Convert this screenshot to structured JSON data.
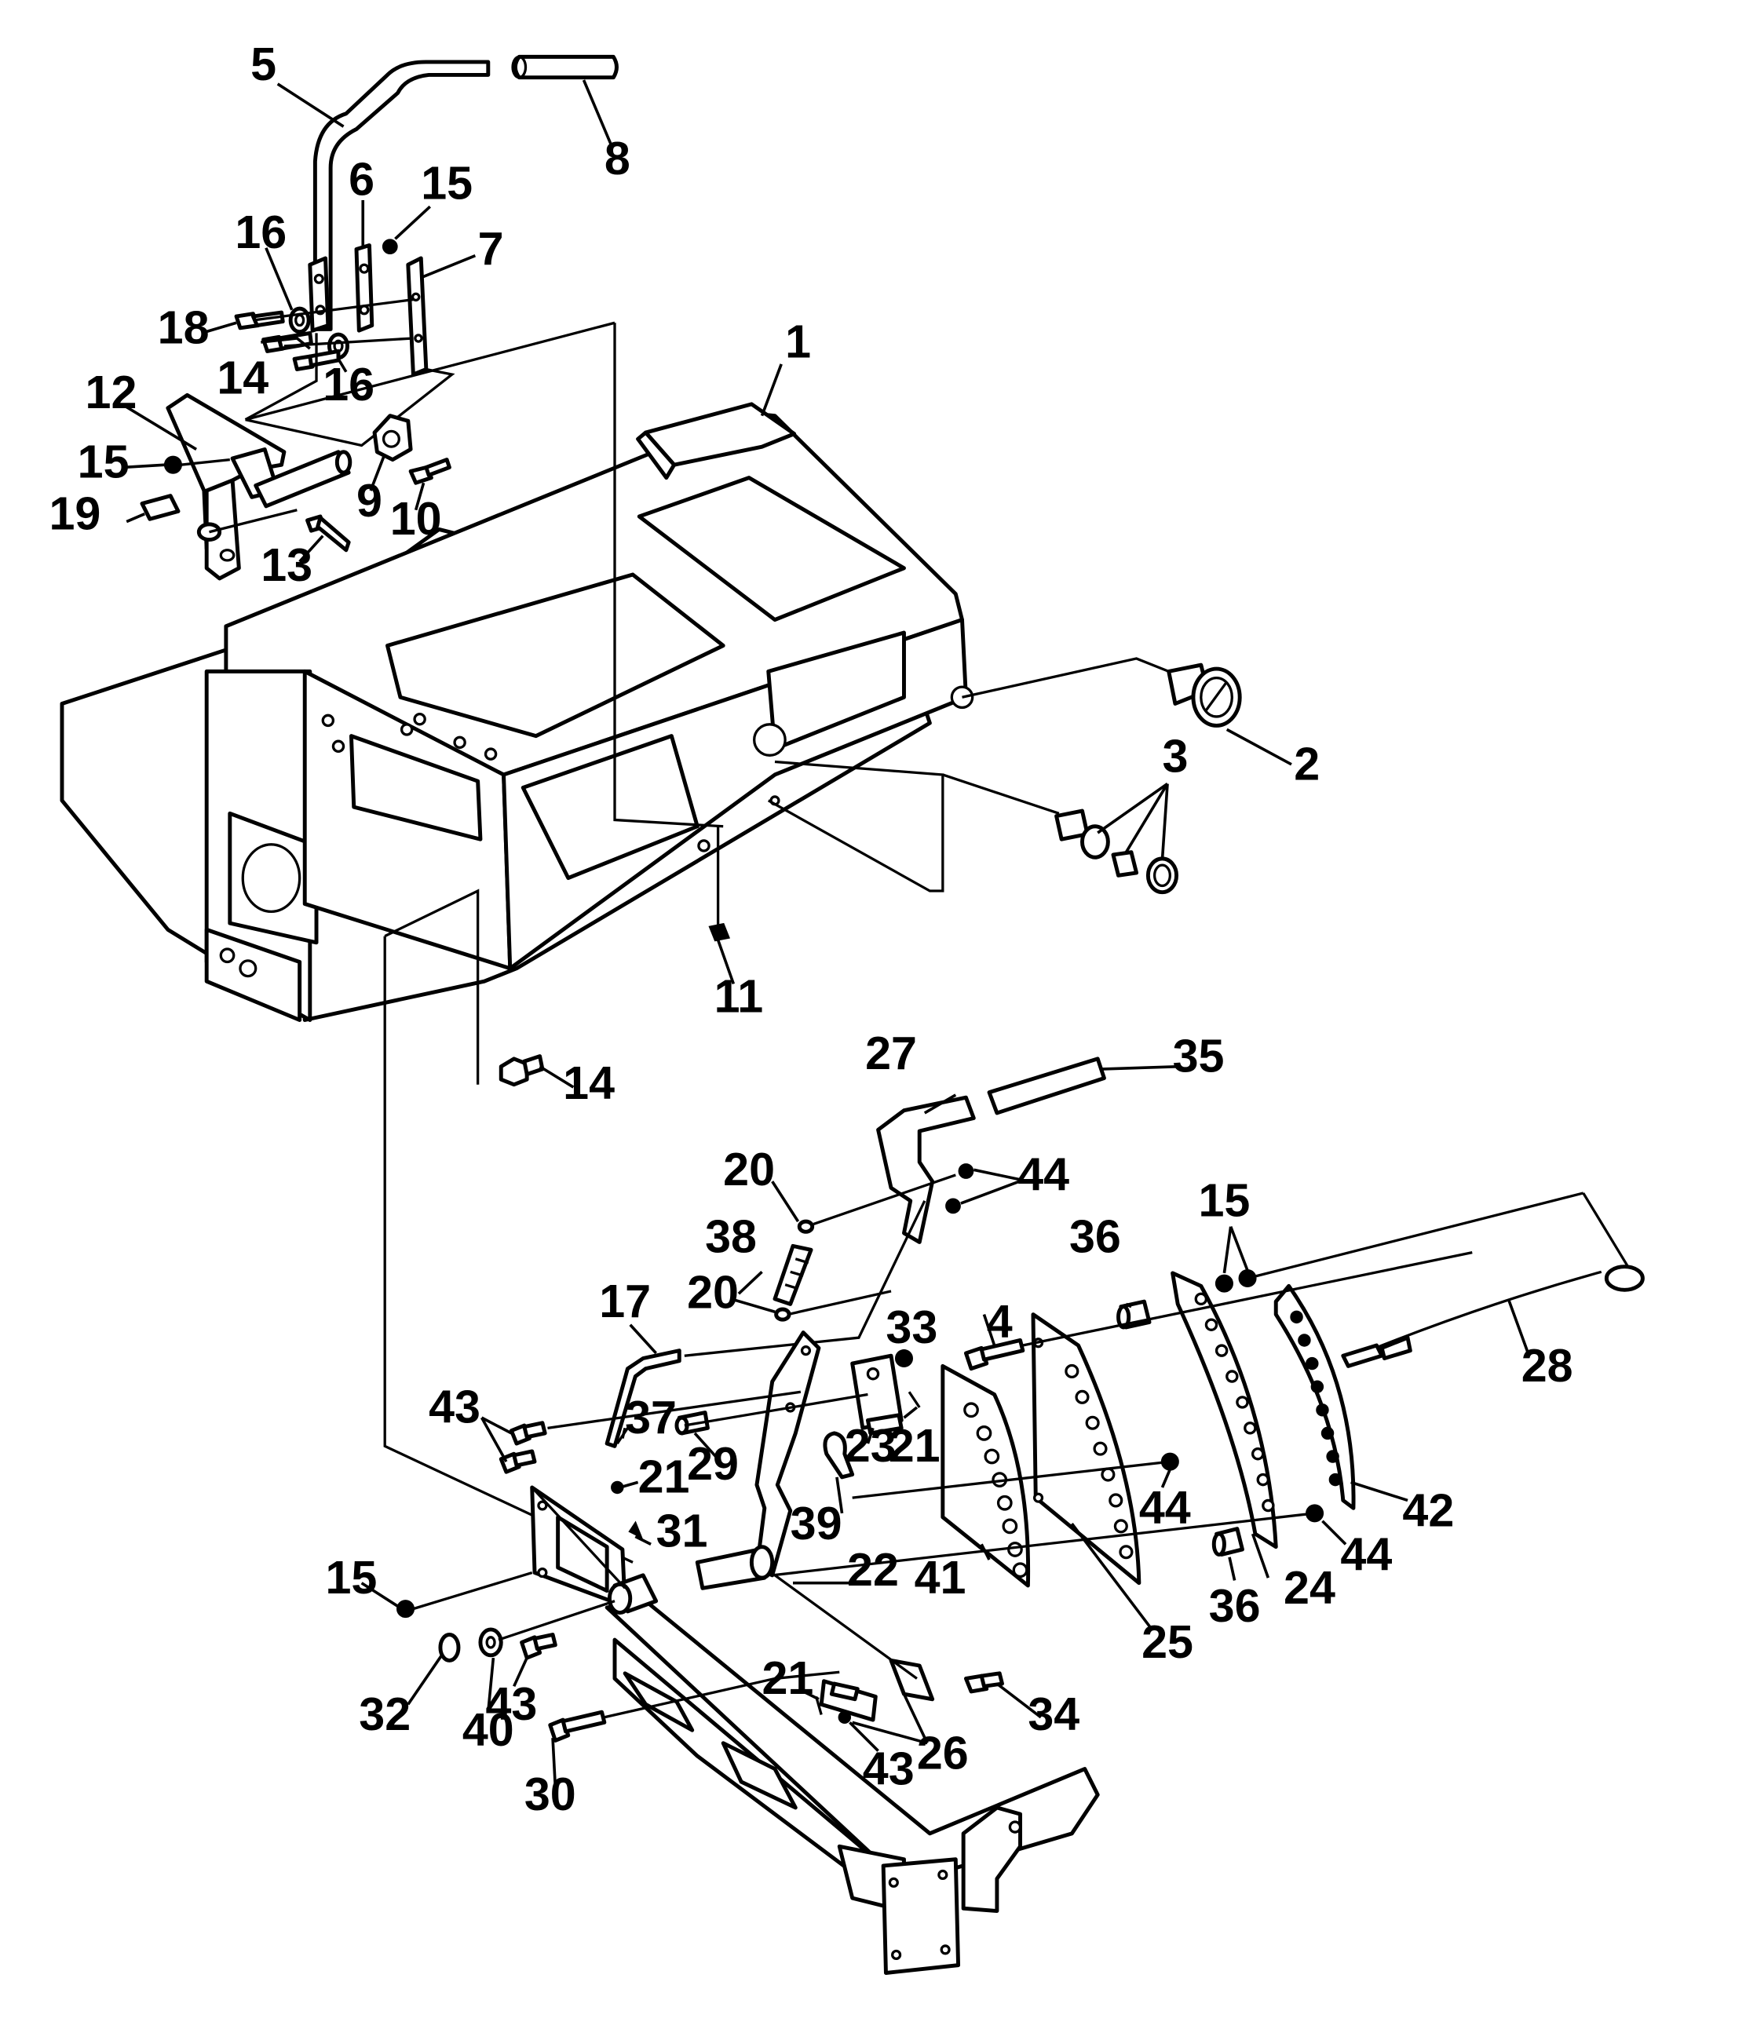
{
  "callouts": {
    "c1": "1",
    "c2": "2",
    "c3": "3",
    "c4": "4",
    "c5": "5",
    "c6": "6",
    "c7": "7",
    "c8": "8",
    "c9": "9",
    "c10": "10",
    "c11": "11",
    "c12": "12",
    "c13": "13",
    "c14a": "14",
    "c14b": "14",
    "c15a": "15",
    "c15b": "15",
    "c15c": "15",
    "c15d": "15",
    "c16a": "16",
    "c16b": "16",
    "c17": "17",
    "c18": "18",
    "c19": "19",
    "c20a": "20",
    "c20b": "20",
    "c21a": "21",
    "c21b": "21",
    "c21c": "21",
    "c22": "22",
    "c23": "23",
    "c24": "24",
    "c25": "25",
    "c26": "26",
    "c27": "27",
    "c28": "28",
    "c29": "29",
    "c30": "30",
    "c31": "31",
    "c32": "32",
    "c33": "33",
    "c34": "34",
    "c35": "35",
    "c36a": "36",
    "c36b": "36",
    "c37": "37",
    "c38": "38",
    "c39": "39",
    "c40": "40",
    "c41": "41",
    "c42": "42",
    "c43a": "43",
    "c43b": "43",
    "c43c": "43",
    "c44a": "44",
    "c44b": "44",
    "c44c": "44"
  }
}
